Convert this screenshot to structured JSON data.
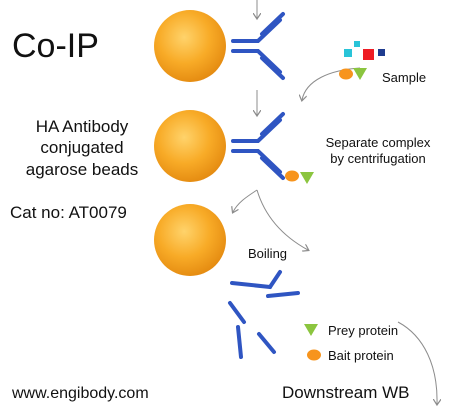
{
  "title": "Co-IP",
  "product": {
    "line1": "HA Antibody",
    "line2": "conjugated",
    "line3": "agarose beads",
    "catalog": "Cat no: AT0079"
  },
  "steps": {
    "sample": "Sample",
    "separate_line1": "Separate complex",
    "separate_line2": "by centrifugation",
    "boiling": "Boiling",
    "downstream": "Downstream WB"
  },
  "legend": {
    "prey": "Prey protein",
    "bait": "Bait protein"
  },
  "website": "www.engibody.com",
  "colors": {
    "bead": "#f6a21b",
    "antibody": "#2f55c2",
    "prey": "#8bc53f",
    "bait": "#f7941d",
    "arrow": "#8c8c8c"
  }
}
